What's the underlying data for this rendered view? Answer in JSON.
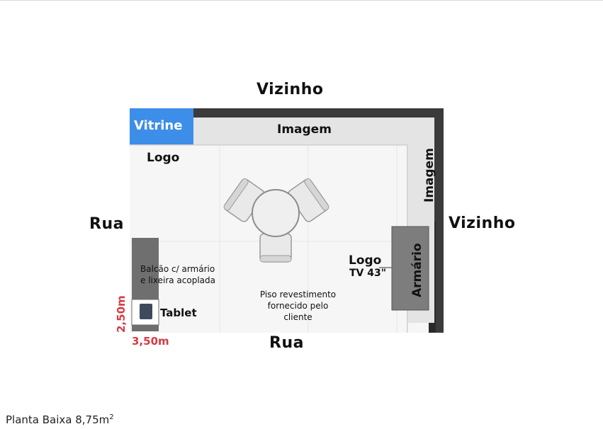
{
  "labels": {
    "top_neighbor": "Vizinho",
    "right_neighbor": "Vizinho",
    "left_street": "Rua",
    "bottom_street": "Rua"
  },
  "plan": {
    "vitrine": "Vitrine",
    "image_top": "Imagem",
    "image_right": "Imagem",
    "logo_left": "Logo",
    "logo_right": "Logo",
    "tv": "TV 43\"",
    "wardrobe": "Armário",
    "counter_line1": "Balcão c/ armário",
    "counter_line2": "e lixeira acoplada",
    "tablet": "Tablet",
    "floor_line1": "Piso revestimento",
    "floor_line2": "fornecido pelo",
    "floor_line3": "cliente"
  },
  "dimensions": {
    "width": "3,50m",
    "height": "2,50m"
  },
  "caption": {
    "text": "Planta Baixa 8,75m",
    "superscript": "2"
  },
  "colors": {
    "wall": "#3b3b3b",
    "vitrine": "#3d8ee8",
    "image_strip": "#e4e4e4",
    "floor": "#f6f6f6",
    "counter": "#6f6f6f",
    "wardrobe": "#7d7d7d",
    "dimension": "#d63a45"
  }
}
